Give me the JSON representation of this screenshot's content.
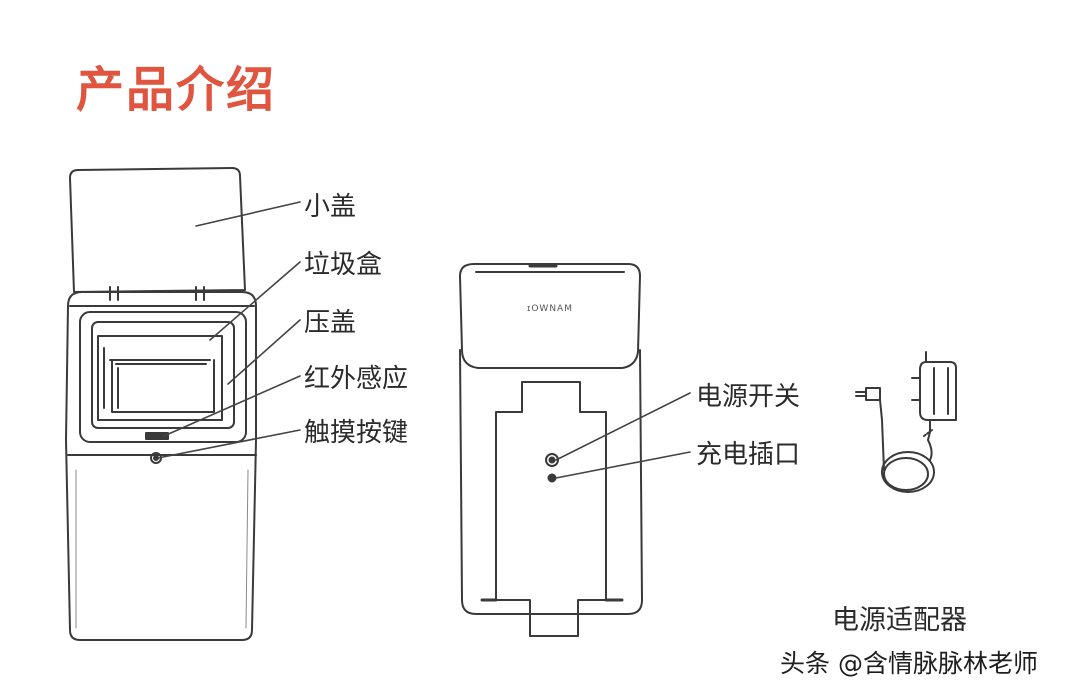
{
  "title": "产品介绍",
  "left_labels": {
    "lid": "小盖",
    "bin": "垃圾盒",
    "press_cover": "压盖",
    "infrared": "红外感应",
    "touch_button": "触摸按键"
  },
  "right_labels": {
    "power_switch": "电源开关",
    "charging_port": "充电插口"
  },
  "adapter": "电源适配器",
  "brand_text": "ɪOWNAM",
  "watermark": "头条 @含情脉脉林老师"
}
